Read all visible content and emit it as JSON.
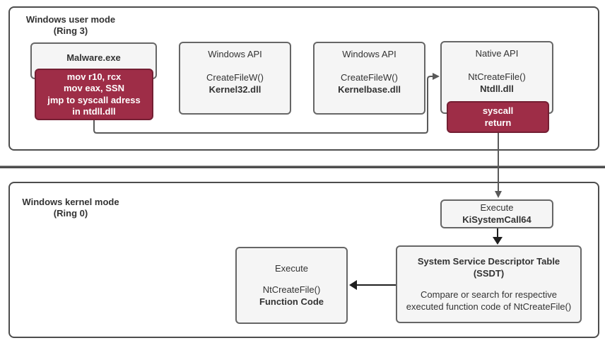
{
  "colors": {
    "text": "#333333",
    "section_border": "#4d4d4d",
    "box_fill": "#f5f5f5",
    "box_border": "#666666",
    "red_fill": "#9e2d47",
    "red_border": "#741f33",
    "red_text": "#ffffff",
    "arrow_gray": "#595959",
    "arrow_dark": "#1f1f1f",
    "divider": "#4d4d4d"
  },
  "sections": {
    "user_mode": {
      "line1": "Windows user mode",
      "line2": "(Ring 3)"
    },
    "kernel_mode": {
      "line1": "Windows kernel mode",
      "line2": "(Ring 0)"
    }
  },
  "nodes": {
    "malware": {
      "title": "Malware.exe"
    },
    "malware_code": {
      "lines": [
        "mov r10, rcx",
        "mov eax, SSN",
        "jmp to syscall adress",
        "in ntdll.dll"
      ]
    },
    "winapi_kernel32": {
      "title": "Windows API",
      "func": "CreateFileW()",
      "lib": "Kernel32.dll"
    },
    "winapi_kernelbase": {
      "title": "Windows API",
      "func": "CreateFileW()",
      "lib": "Kernelbase.dll"
    },
    "native_api": {
      "title": "Native API",
      "func": "NtCreateFile()",
      "lib": "Ntdll.dll"
    },
    "syscall": {
      "lines": [
        "syscall",
        "return"
      ]
    },
    "kisystemcall": {
      "line1": "Execute",
      "line2": "KiSystemCall64"
    },
    "ssdt": {
      "title1": "System Service Descriptor Table",
      "title2": "(SSDT)",
      "desc1": "Compare or search for respective",
      "desc2": "executed function code of NtCreateFile()"
    },
    "execute_func": {
      "line1": "Execute",
      "line2": "NtCreateFile()",
      "line3": "Function Code"
    }
  }
}
